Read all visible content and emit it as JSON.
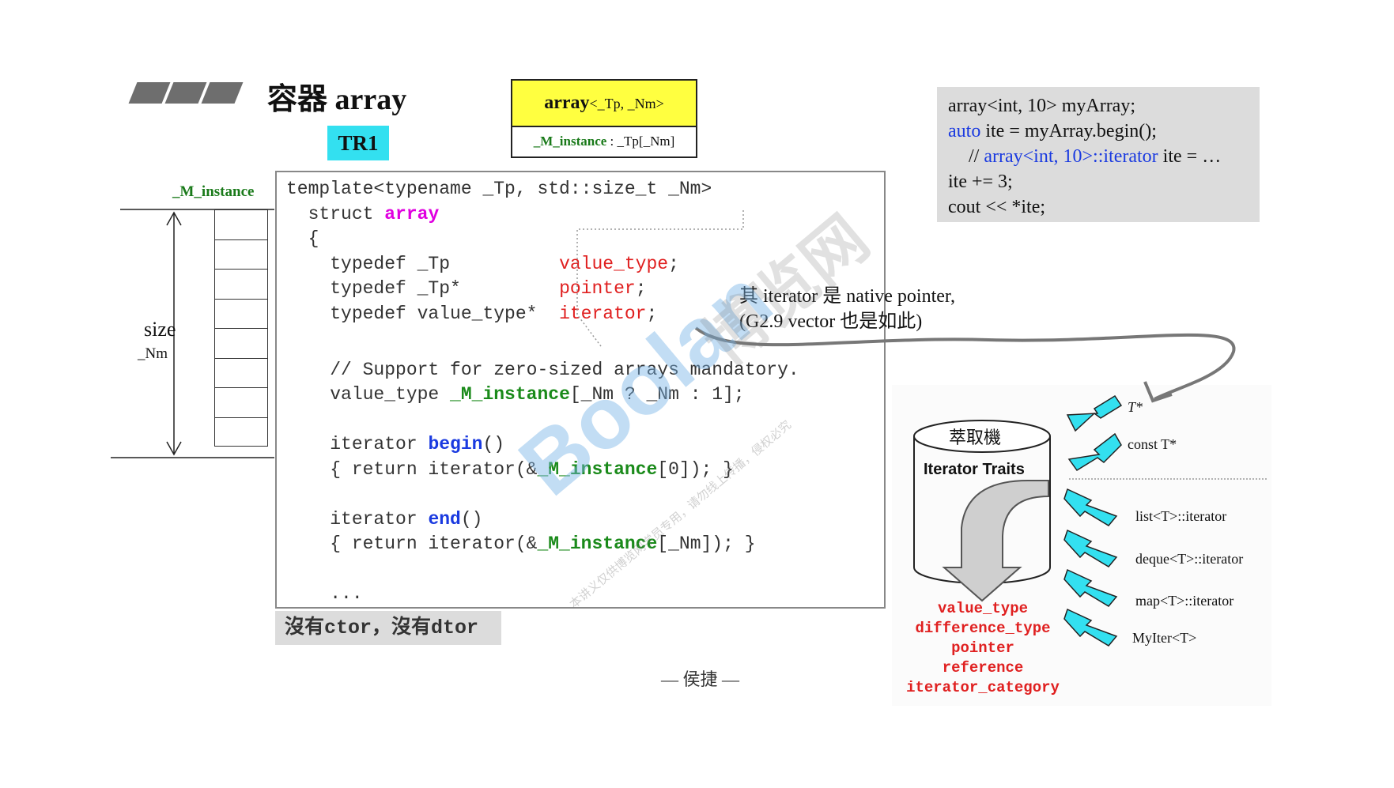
{
  "header": {
    "title": "容器 array",
    "tag": "TR1"
  },
  "uml": {
    "class_name": "array",
    "template_params": "<_Tp, _Nm>",
    "member_name": "_M_instance",
    "member_type": ": _Tp[_Nm]"
  },
  "diagram": {
    "instance_label": "_M_instance",
    "size_label": "size",
    "nm_label": "_Nm",
    "cell_count": 8
  },
  "code": {
    "lines": [
      "template<typename _Tp, std::size_t _Nm>",
      "  struct array",
      "  {",
      "    typedef _Tp          value_type;",
      "    typedef _Tp*         pointer;",
      "    typedef value_type*  iterator;",
      "",
      "    // Support for zero-sized arrays mandatory.",
      "    value_type _M_instance[_Nm ? _Nm : 1];",
      "",
      "    iterator begin()",
      "    { return iterator(&_M_instance[0]); }",
      "",
      "    iterator end()",
      "    { return iterator(&_M_instance[_Nm]); }",
      "",
      "    ..."
    ]
  },
  "callout": {
    "line1": "其 iterator 是 native pointer,",
    "line2": "(G2.9 vector 也是如此)"
  },
  "usage": {
    "line1": "array<int, 10> myArray;",
    "line2_kw": "auto",
    "line2_rest": " ite = myArray.begin();",
    "line3_prefix": "// ",
    "line3_blue": "array<int, 10>::iterator",
    "line3_rest": " ite = …",
    "line4": "ite += 3;",
    "line5": "cout << *ite;"
  },
  "notes": {
    "ctor": "沒有ctor，沒有dtor",
    "footer": "— 侯捷 —"
  },
  "traits": {
    "cylinder_top": "萃取機",
    "cylinder_label": "Iterator Traits",
    "outputs": [
      "value_type",
      "difference_type",
      "pointer",
      "reference",
      "iterator_category"
    ],
    "inputs": [
      "T*",
      "const T*",
      "list<T>::iterator",
      "deque<T>::iterator",
      "map<T>::iterator",
      "MyIter<T>"
    ]
  },
  "watermark": {
    "brand": "Boolan",
    "cn": "博览网",
    "small": "本讲义仅供博览网学员专用，请勿线上传播，侵权必究"
  },
  "colors": {
    "accent_cyan": "#33e0f0",
    "uml_yellow": "#ffff40",
    "keyword_blue": "#1a3ae0",
    "member_green": "#1a8a1a",
    "typedef_red": "#e02020",
    "struct_magenta": "#e000e0"
  }
}
